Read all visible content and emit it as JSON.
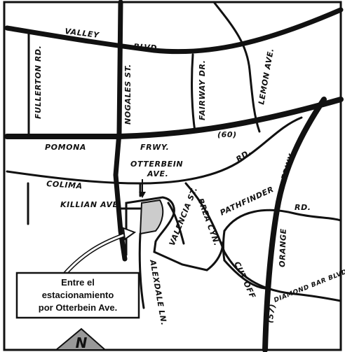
{
  "map": {
    "streets": {
      "valley": "VALLEY",
      "blvd": "BLVD.",
      "fullerton": "FULLERTON RD.",
      "nogales": "NOGALES ST.",
      "fairway": "FAIRWAY DR.",
      "lemon": "LEMON AVE.",
      "pomona": "POMONA",
      "frwy_pomona": "FRWY.",
      "route60": "(60)",
      "rd": "RD.",
      "otterbein": "OTTERBEIN",
      "otterbein_ave": "AVE.",
      "colima": "COLIMA",
      "killian": "KILLIAN AVE.",
      "valencia": "VALENCIA ST.",
      "brea": "BREA CYN.",
      "pathfinder": "PATHFINDER",
      "pathfinder_rd": "RD.",
      "orange": "ORANGE",
      "frwy_orange": "FRWY.",
      "cutoff": "CUT OFF",
      "diamond_bar": "DIAMOND BAR BLVD.",
      "alexdale": "ALEXDALE LN.",
      "route57": "(57)"
    },
    "callout": {
      "line1": "Entre el",
      "line2": "estacionamiento",
      "line3": "por Otterbein Ave."
    },
    "north_label": "N"
  }
}
